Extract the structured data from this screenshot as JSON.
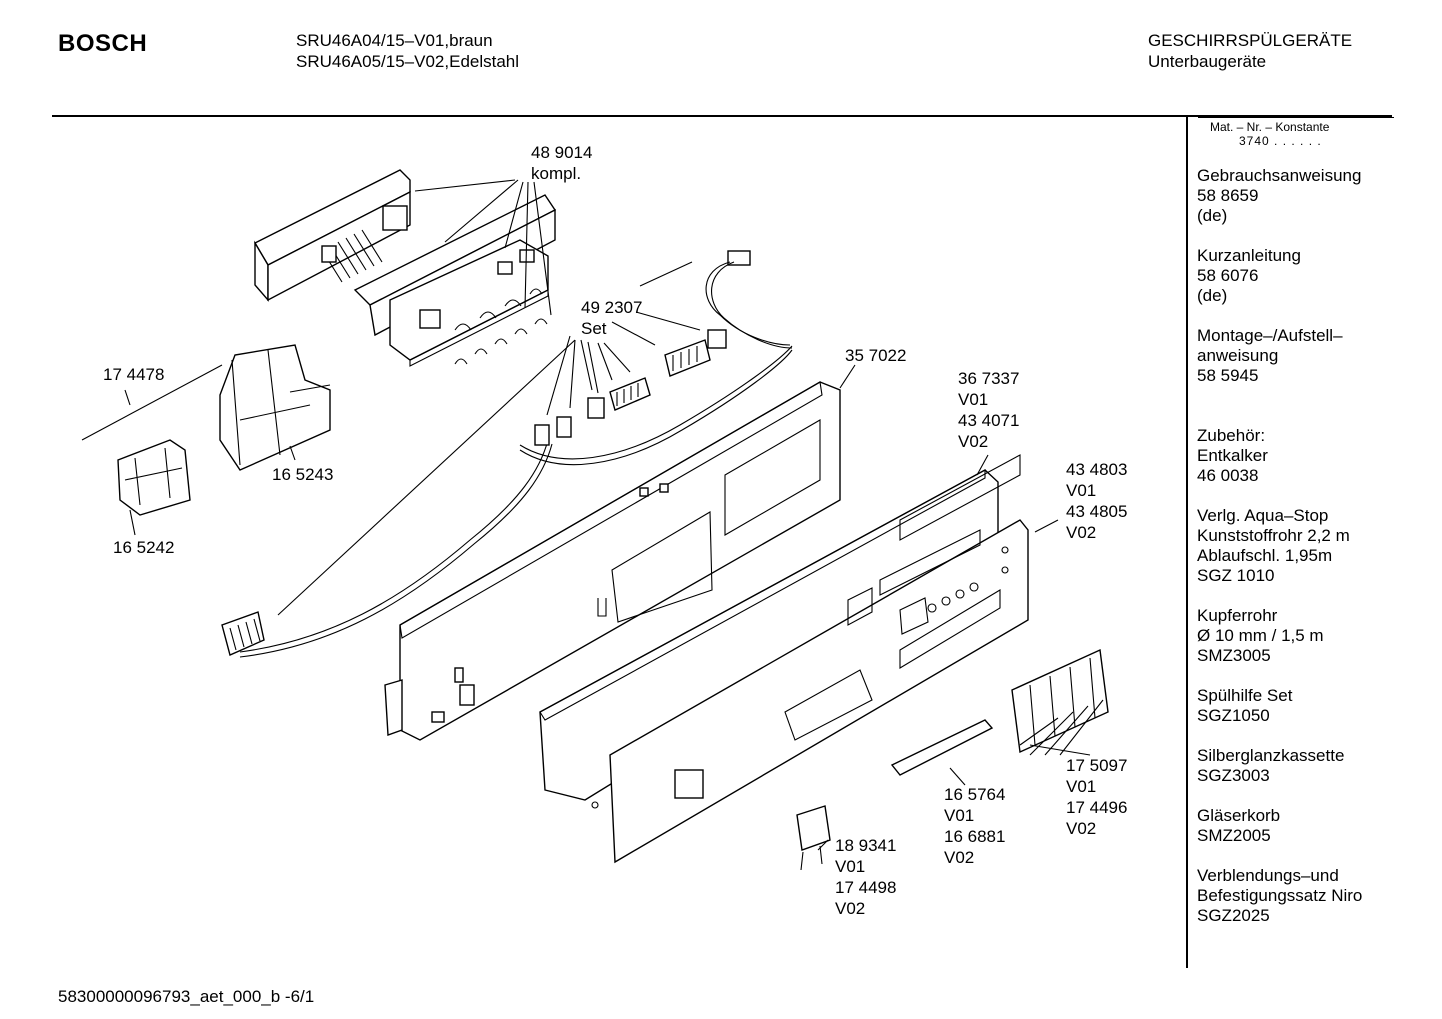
{
  "header": {
    "brand": "BOSCH",
    "model_line_1": "SRU46A04/15–V01,braun",
    "model_line_2": "SRU46A05/15–V02,Edelstahl",
    "category_line_1": "GESCHIRRSPÜLGERÄTE",
    "category_line_2": "Unterbaugeräte"
  },
  "sidebar": {
    "mat_label": "Mat. – Nr. – Konstante",
    "mat_value": "3740 . . . . . .",
    "sections": [
      {
        "lines": [
          "Gebrauchsanweisung",
          "58 8659",
          "(de)"
        ]
      },
      {
        "lines": [
          "Kurzanleitung",
          "58 6076",
          "(de)"
        ]
      },
      {
        "lines": [
          "Montage–/Aufstell–",
          "anweisung",
          "58 5945"
        ]
      },
      {
        "lines": [
          "Zubehör:",
          "Entkalker",
          "46 0038"
        ]
      },
      {
        "lines": [
          "Verlg. Aqua–Stop",
          "Kunststoffrohr 2,2 m",
          "Ablaufschl. 1,95m",
          "SGZ 1010"
        ]
      },
      {
        "lines": [
          "Kupferrohr",
          "Ø 10 mm / 1,5 m",
          "SMZ3005"
        ]
      },
      {
        "lines": [
          "Spülhilfe Set",
          "SGZ1050"
        ]
      },
      {
        "lines": [
          "Silberglanzkassette",
          "SGZ3003"
        ]
      },
      {
        "lines": [
          "Gläserkorb",
          "SMZ2005"
        ]
      },
      {
        "lines": [
          "Verblendungs–und",
          "Befestigungssatz Niro",
          "SGZ2025"
        ]
      }
    ]
  },
  "parts": [
    {
      "id": "p489014",
      "lines": [
        "48 9014",
        "kompl."
      ]
    },
    {
      "id": "p492307",
      "lines": [
        "49 2307",
        "Set"
      ]
    },
    {
      "id": "p174478",
      "lines": [
        "17 4478"
      ]
    },
    {
      "id": "p165243",
      "lines": [
        "16 5243"
      ]
    },
    {
      "id": "p165242",
      "lines": [
        "16 5242"
      ]
    },
    {
      "id": "p357022",
      "lines": [
        "35 7022"
      ]
    },
    {
      "id": "p367337",
      "lines": [
        "36 7337",
        "V01",
        "43 4071",
        "V02"
      ]
    },
    {
      "id": "p434803",
      "lines": [
        "43 4803",
        "V01",
        "43 4805",
        "V02"
      ]
    },
    {
      "id": "p175097",
      "lines": [
        "17 5097",
        "V01",
        "17 4496",
        "V02"
      ]
    },
    {
      "id": "p165764",
      "lines": [
        "16 5764",
        "V01",
        "16 6881",
        "V02"
      ]
    },
    {
      "id": "p189341",
      "lines": [
        "18 9341",
        "V01",
        "17 4498",
        "V02"
      ]
    }
  ],
  "footer": {
    "doc_id": "58300000096793_aet_000_b  -6/1"
  }
}
